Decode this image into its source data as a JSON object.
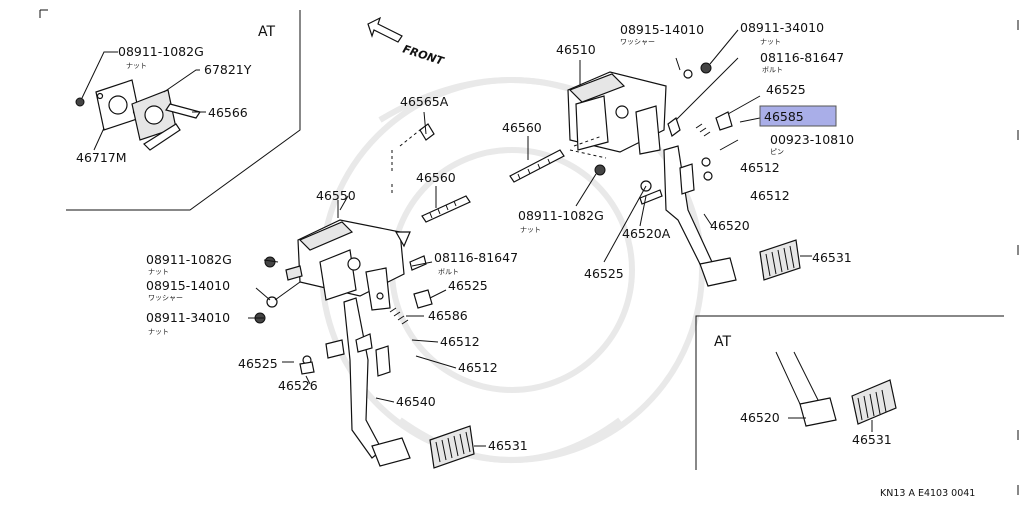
{
  "at_box_top": {
    "title": "AT"
  },
  "at_box_bottom": {
    "title": "AT"
  },
  "front_arrow": {
    "label": "FRONT",
    "icon": "front-arrow-icon"
  },
  "highlight_color": "#a9aee8",
  "labels": {
    "p_08911_1082G_a": "08911-1082G",
    "p_08911_1082G_a_sub": "ナット",
    "p_67821Y": "67821Y",
    "p_46566": "46566",
    "p_46717M": "46717M",
    "p_46565A": "46565A",
    "p_46560_a": "46560",
    "p_46560_b": "46560",
    "p_46550": "46550",
    "p_08911_1082G_b": "08911-1082G",
    "p_08911_1082G_b_sub": "ナット",
    "p_08915_14010_a": "08915-14010",
    "p_08915_14010_a_sub": "ワッシャー",
    "p_08911_34010_a": "08911-34010",
    "p_08911_34010_a_sub": "ナット",
    "p_08116_81647_a": "08116-81647",
    "p_08116_81647_a_sub": "ボルト",
    "p_46525_a": "46525",
    "p_46586": "46586",
    "p_46512_a": "46512",
    "p_46512_b": "46512",
    "p_46525_b": "46525",
    "p_46526": "46526",
    "p_46540": "46540",
    "p_46531_a": "46531",
    "p_46510": "46510",
    "p_08915_14010_b": "08915-14010",
    "p_08915_14010_b_sub": "ワッシャー",
    "p_08911_34010_b": "08911-34010",
    "p_08911_34010_b_sub": "ナット",
    "p_08116_81647_b": "08116-81647",
    "p_08116_81647_b_sub": "ボルト",
    "p_46525_c": "46525",
    "p_46585": "46585",
    "p_00923_10810": "00923-10810",
    "p_00923_10810_sub": "ピン",
    "p_46512_c": "46512",
    "p_46512_d": "46512",
    "p_08911_1082G_c": "08911-1082G",
    "p_08911_1082G_c_sub": "ナット",
    "p_46520": "46520",
    "p_46520A": "46520A",
    "p_46525_d": "46525",
    "p_46531_b": "46531",
    "p_46520_at": "46520",
    "p_46531_at": "46531"
  },
  "footer_code": "KN13 A E4103 0041"
}
